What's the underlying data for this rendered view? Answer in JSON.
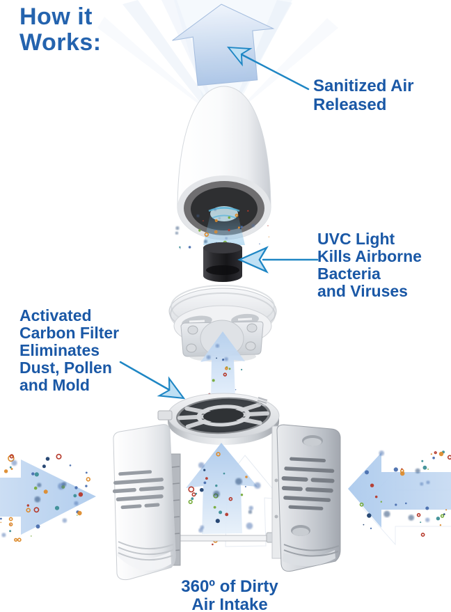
{
  "title": "How it\nWorks:",
  "annotations": {
    "sanitized": "Sanitized Air\nReleased",
    "uvc": "UVC Light\nKills Airborne\nBacteria\nand Viruses",
    "carbon_filter": "Activated\nCarbon Filter\nEliminates\nDust, Pollen\nand Mold",
    "intake": "360º of Dirty\nAir Intake"
  },
  "colors": {
    "ui": {
      "title_blue": "#2463ae",
      "label_blue": "#1a58a6",
      "leader_stroke": "#1e86c4",
      "leader_fill": "#bfe0f4",
      "soft_arrow_blue": "#aec8e9",
      "intake_arrow_blue": "#b6cfec"
    },
    "particles": [
      "#b5392b",
      "#4a6fae",
      "#1d3f6e",
      "#76ab3a",
      "#dd8c2e",
      "#3d8f96"
    ]
  }
}
